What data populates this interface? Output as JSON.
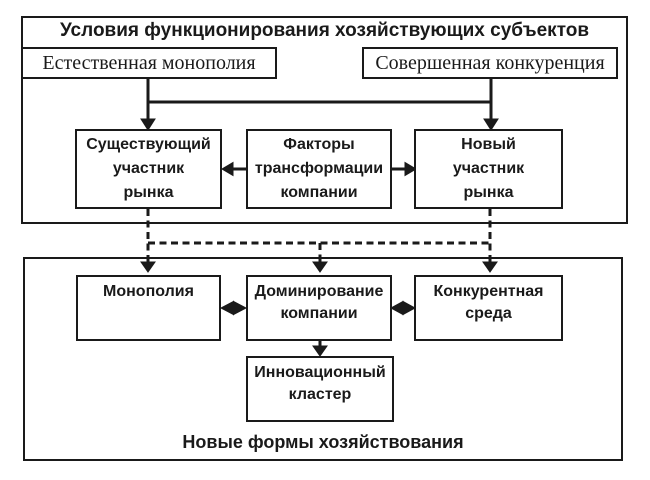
{
  "colors": {
    "ink": "#1a1a1a",
    "background": "#ffffff"
  },
  "top_frame": {
    "title": "Условия функционирования хозяйствующих субъектов",
    "boxes": {
      "natural_monopoly": "Естественная монополия",
      "perfect_competition": "Совершенная конкуренция",
      "existing_participant": "Существующий\nучастник\nрынка",
      "transformation_factors": "Факторы\nтрансформации\nкомпании",
      "new_participant": "Новый\nучастник\nрынка"
    }
  },
  "bottom_frame": {
    "caption": "Новые формы хозяйствования",
    "boxes": {
      "monopoly": "Монополия",
      "company_dominance": "Доминирование\nкомпании",
      "competitive_environment": "Конкурентная\nсреда",
      "innovation_cluster": "Инновационный\nкластер"
    }
  }
}
